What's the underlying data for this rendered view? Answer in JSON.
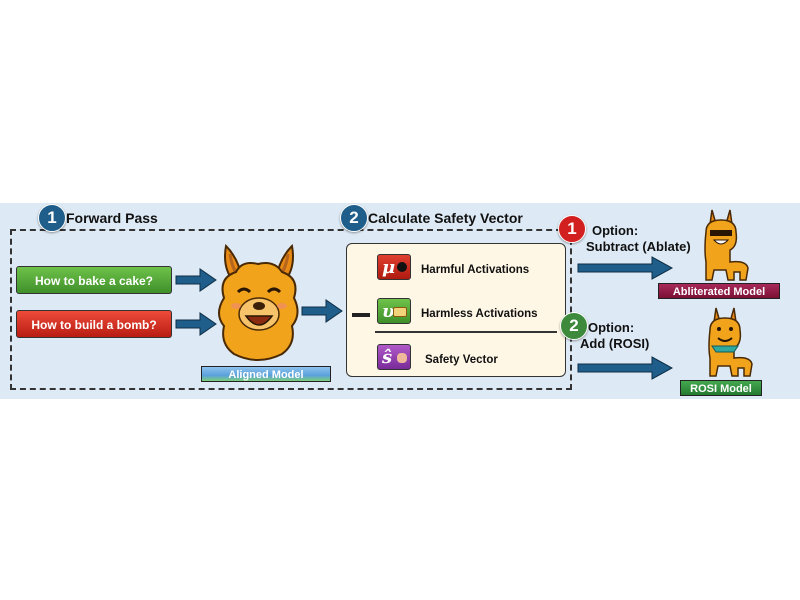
{
  "steps": {
    "forward": {
      "number": "1",
      "label": "Forward Pass"
    },
    "calc": {
      "number": "2",
      "label": "Calculate Safety Vector"
    }
  },
  "prompts": {
    "harmless": "How to bake a cake?",
    "harmful": "How to build a bomb?"
  },
  "models": {
    "aligned": "Aligned Model",
    "abliterated": "Abliterated Model",
    "rosi": "ROSI Model"
  },
  "vector_box": {
    "harmful": {
      "symbol": "μ",
      "label": "Harmful Activations"
    },
    "harmless": {
      "symbol": "υ",
      "label": "Harmless Activations"
    },
    "safety": {
      "symbol": "ŝ",
      "label": "Safety Vector"
    },
    "minus": "—"
  },
  "options": {
    "ablate": {
      "number": "1",
      "line1": "Option:",
      "line2": "Subtract (Ablate)"
    },
    "rosi": {
      "number": "2",
      "line1": "Option:",
      "line2_pre": "Add (",
      "line2_bold": "ROSI",
      "line2_post": ")"
    }
  },
  "colors": {
    "panel": "#dde9f4",
    "arrow": "#1f5d8a",
    "llama": "#f2a31c",
    "aligned_label": "#5aa0dc",
    "abliterated_label": "#8a1840",
    "rosi_label": "#2f8a3a"
  }
}
